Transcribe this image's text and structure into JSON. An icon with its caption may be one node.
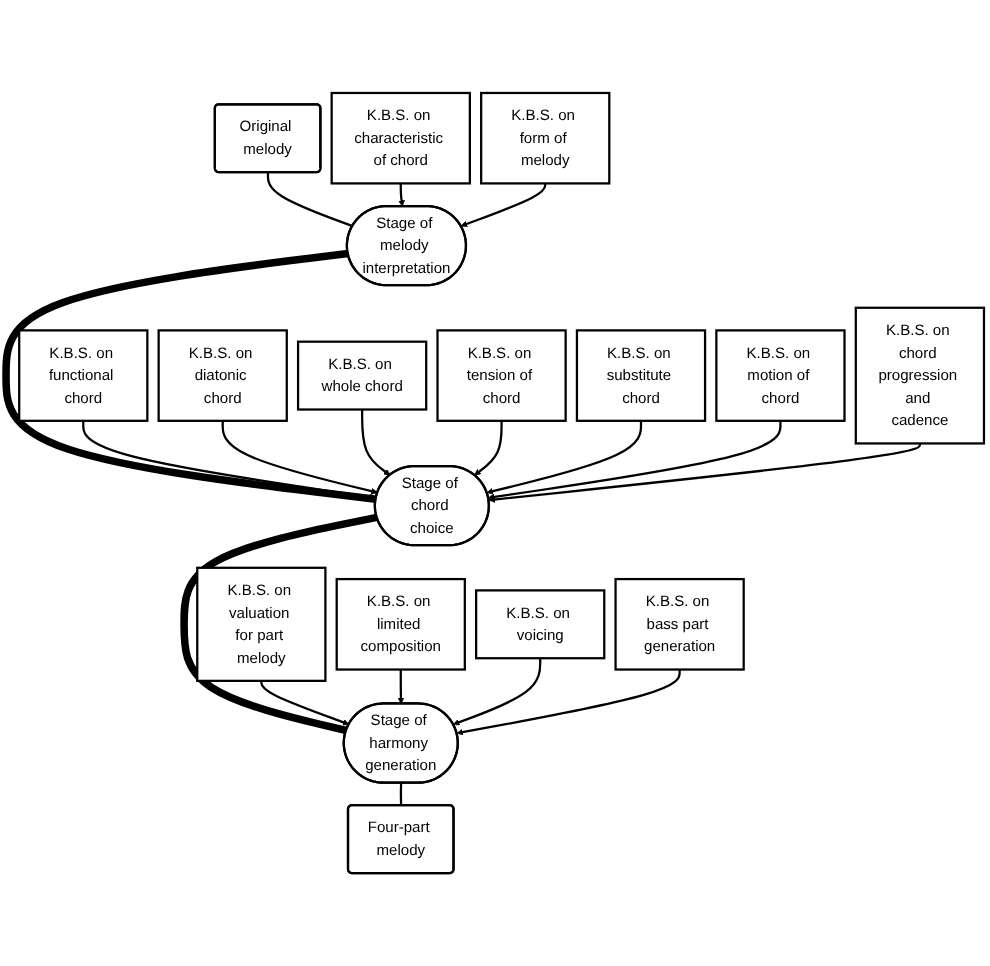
{
  "diagram": {
    "nodes": [
      {
        "text": [
          "Original melody"
        ]
      },
      {
        "text": [
          "K.B.S. on characteristic of chord"
        ]
      },
      {
        "text": [
          "Stage of melody interpretation"
        ]
      },
      {
        "text": [
          "K.B.S. on form of melody"
        ]
      },
      {
        "text": [
          "K.B.S. on functional chord"
        ]
      },
      {
        "text": [
          "K.B.S. on substitute chord"
        ]
      },
      {
        "text": [
          "K.B.S. on diatonic chord"
        ]
      },
      {
        "text": [
          "Stage of chord choice"
        ]
      },
      {
        "text": [
          "K.B.S. on whole chord"
        ]
      },
      {
        "text": [
          "K.B.S. on motion of chord"
        ]
      },
      {
        "text": [
          "K.B.S. on tension of chord"
        ]
      },
      {
        "text": [
          "K.B.S. on chord progression and cadence"
        ]
      },
      {
        "text": [
          "K.B.S. on valuation for part melody"
        ]
      },
      {
        "text": [
          "K.B.S. on voicing"
        ]
      },
      {
        "text": [
          "Stage of harmony generation"
        ]
      },
      {
        "text": [
          "K.B.S. on limited composition"
        ]
      },
      {
        "text": [
          "K.B.S. on bass part generation"
        ]
      },
      {
        "text": [
          "Four-part melody"
        ]
      }
    ],
    "edges": [
      {
        "from": 0,
        "to": 2,
        "arrow": "none"
      },
      {
        "from": 1,
        "to": 2,
        "arrow": "to"
      },
      {
        "from": 3,
        "to": 2,
        "arrow": "to"
      },
      {
        "from": 2,
        "to": 7,
        "arrow": "none",
        "style": "thick"
      },
      {
        "from": 4,
        "to": 7,
        "arrow": "to"
      },
      {
        "from": 6,
        "to": 7,
        "arrow": "to"
      },
      {
        "from": 8,
        "to": 7,
        "arrow": "to"
      },
      {
        "from": 10,
        "to": 7,
        "arrow": "to"
      },
      {
        "from": 5,
        "to": 7,
        "arrow": "to"
      },
      {
        "from": 9,
        "to": 7,
        "arrow": "to"
      },
      {
        "from": 11,
        "to": 7,
        "arrow": "to"
      },
      {
        "from": 7,
        "to": 14,
        "arrow": "none",
        "style": "thick"
      },
      {
        "from": 12,
        "to": 14,
        "arrow": "to"
      },
      {
        "from": 15,
        "to": 14,
        "arrow": "to"
      },
      {
        "from": 13,
        "to": 14,
        "arrow": "to"
      },
      {
        "from": 16,
        "to": 14,
        "arrow": "to"
      },
      {
        "from": 14,
        "to": 17,
        "arrow": "none"
      }
    ]
  }
}
